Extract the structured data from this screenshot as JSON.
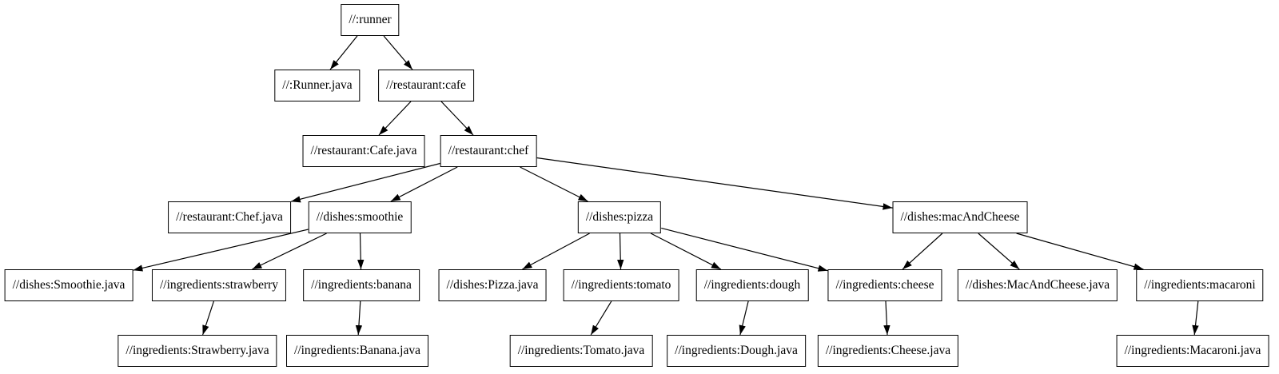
{
  "diagram": {
    "type": "dependency-graph",
    "direction": "top-down",
    "colors": {
      "background": "#ffffff",
      "node_fill": "#ffffff",
      "node_border": "#000000",
      "text": "#000000",
      "edge": "#000000"
    },
    "nodes": [
      {
        "id": "runner",
        "label": "//:runner"
      },
      {
        "id": "runner_java",
        "label": "//:Runner.java"
      },
      {
        "id": "cafe",
        "label": "//restaurant:cafe"
      },
      {
        "id": "cafe_java",
        "label": "//restaurant:Cafe.java"
      },
      {
        "id": "chef",
        "label": "//restaurant:chef"
      },
      {
        "id": "chef_java",
        "label": "//restaurant:Chef.java"
      },
      {
        "id": "smoothie",
        "label": "//dishes:smoothie"
      },
      {
        "id": "pizza",
        "label": "//dishes:pizza"
      },
      {
        "id": "mac_and_cheese",
        "label": "//dishes:macAndCheese"
      },
      {
        "id": "smoothie_java",
        "label": "//dishes:Smoothie.java"
      },
      {
        "id": "strawberry",
        "label": "//ingredients:strawberry"
      },
      {
        "id": "banana",
        "label": "//ingredients:banana"
      },
      {
        "id": "pizza_java",
        "label": "//dishes:Pizza.java"
      },
      {
        "id": "tomato",
        "label": "//ingredients:tomato"
      },
      {
        "id": "dough",
        "label": "//ingredients:dough"
      },
      {
        "id": "cheese",
        "label": "//ingredients:cheese"
      },
      {
        "id": "mac_and_cheese_java",
        "label": "//dishes:MacAndCheese.java"
      },
      {
        "id": "macaroni",
        "label": "//ingredients:macaroni"
      },
      {
        "id": "strawberry_java",
        "label": "//ingredients:Strawberry.java"
      },
      {
        "id": "banana_java",
        "label": "//ingredients:Banana.java"
      },
      {
        "id": "tomato_java",
        "label": "//ingredients:Tomato.java"
      },
      {
        "id": "dough_java",
        "label": "//ingredients:Dough.java"
      },
      {
        "id": "cheese_java",
        "label": "//ingredients:Cheese.java"
      },
      {
        "id": "macaroni_java",
        "label": "//ingredients:Macaroni.java"
      }
    ],
    "edges": [
      {
        "from": "runner",
        "to": "runner_java"
      },
      {
        "from": "runner",
        "to": "cafe"
      },
      {
        "from": "cafe",
        "to": "cafe_java"
      },
      {
        "from": "cafe",
        "to": "chef"
      },
      {
        "from": "chef",
        "to": "chef_java"
      },
      {
        "from": "chef",
        "to": "smoothie"
      },
      {
        "from": "chef",
        "to": "pizza"
      },
      {
        "from": "chef",
        "to": "mac_and_cheese"
      },
      {
        "from": "smoothie",
        "to": "smoothie_java"
      },
      {
        "from": "smoothie",
        "to": "strawberry"
      },
      {
        "from": "smoothie",
        "to": "banana"
      },
      {
        "from": "strawberry",
        "to": "strawberry_java"
      },
      {
        "from": "banana",
        "to": "banana_java"
      },
      {
        "from": "pizza",
        "to": "pizza_java"
      },
      {
        "from": "pizza",
        "to": "tomato"
      },
      {
        "from": "pizza",
        "to": "dough"
      },
      {
        "from": "pizza",
        "to": "cheese"
      },
      {
        "from": "mac_and_cheese",
        "to": "cheese"
      },
      {
        "from": "mac_and_cheese",
        "to": "mac_and_cheese_java"
      },
      {
        "from": "mac_and_cheese",
        "to": "macaroni"
      },
      {
        "from": "tomato",
        "to": "tomato_java"
      },
      {
        "from": "dough",
        "to": "dough_java"
      },
      {
        "from": "cheese",
        "to": "cheese_java"
      },
      {
        "from": "macaroni",
        "to": "macaroni_java"
      }
    ]
  }
}
